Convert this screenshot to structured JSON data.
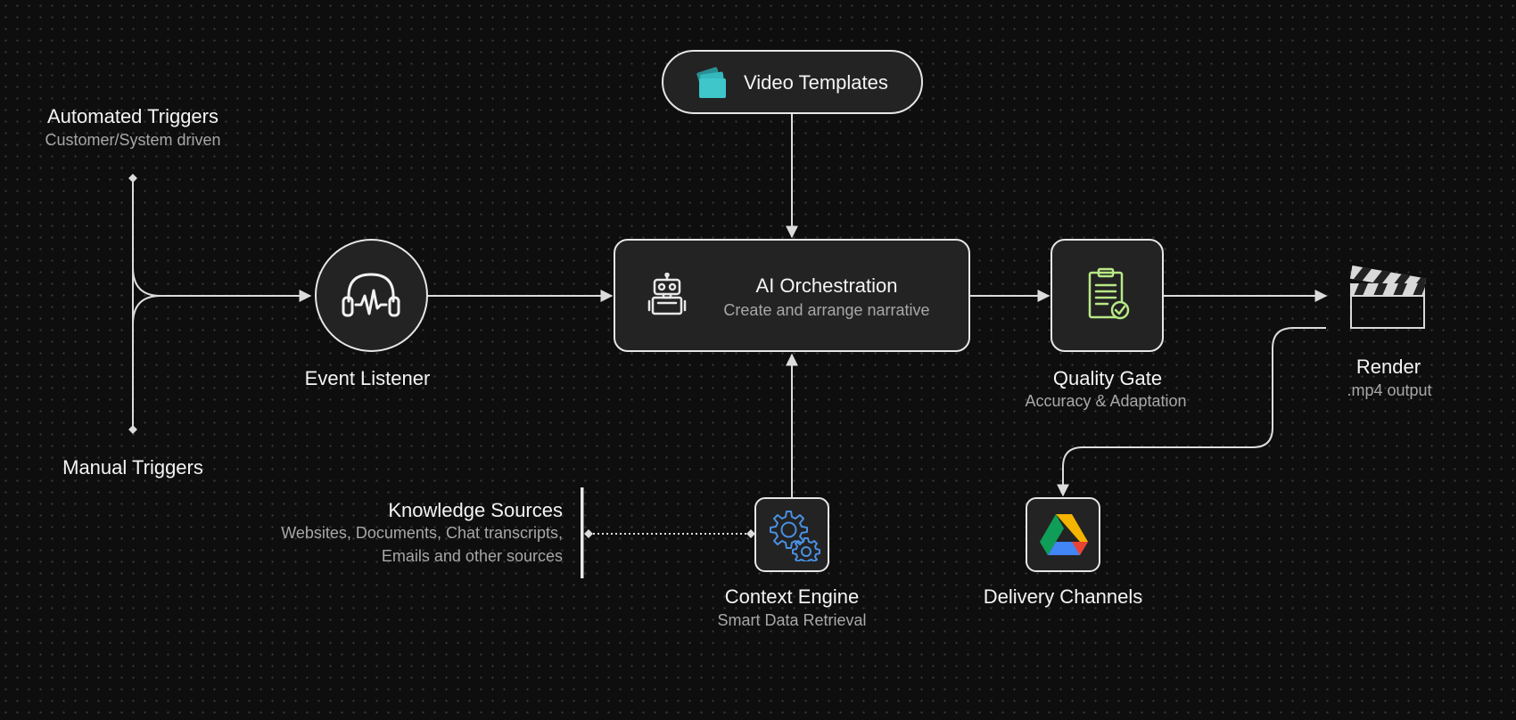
{
  "colors": {
    "background": "#0e0e0e",
    "line": "#dcdcdc",
    "template_icon": "#35c3c8",
    "quality_icon": "#b8e986",
    "context_icon": "#4a90e2"
  },
  "nodes": {
    "automated_triggers": {
      "title": "Automated Triggers",
      "subtitle": "Customer/System driven"
    },
    "manual_triggers": {
      "title": "Manual Triggers"
    },
    "event_listener": {
      "title": "Event Listener",
      "icon": "headphones-waveform-icon"
    },
    "video_templates": {
      "title": "Video Templates",
      "icon": "template-cards-icon"
    },
    "ai_orchestration": {
      "title": "AI Orchestration",
      "subtitle": "Create and arrange narrative",
      "icon": "robot-icon"
    },
    "quality_gate": {
      "title": "Quality Gate",
      "subtitle": "Accuracy & Adaptation",
      "icon": "clipboard-check-icon"
    },
    "render": {
      "title": "Render",
      "subtitle": ".mp4 output",
      "icon": "clapperboard-icon"
    },
    "knowledge_sources": {
      "title": "Knowledge Sources",
      "line1": "Websites, Documents, Chat transcripts,",
      "line2": "Emails  and other sources"
    },
    "context_engine": {
      "title": "Context Engine",
      "subtitle": "Smart Data Retrieval",
      "icon": "gears-icon"
    },
    "delivery_channels": {
      "title": "Delivery Channels",
      "icon": "google-drive-icon"
    }
  }
}
